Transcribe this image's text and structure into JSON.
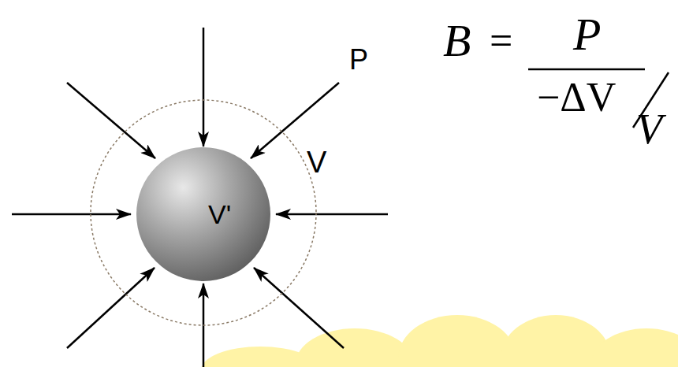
{
  "diagram": {
    "nodes": [
      {
        "text": [
          "V"
        ]
      },
      {
        "text": [
          "V'"
        ],
        "in": 0
      }
    ],
    "labels": [
      "P",
      "B",
      "=",
      "P",
      "−ΔV",
      "V"
    ]
  }
}
